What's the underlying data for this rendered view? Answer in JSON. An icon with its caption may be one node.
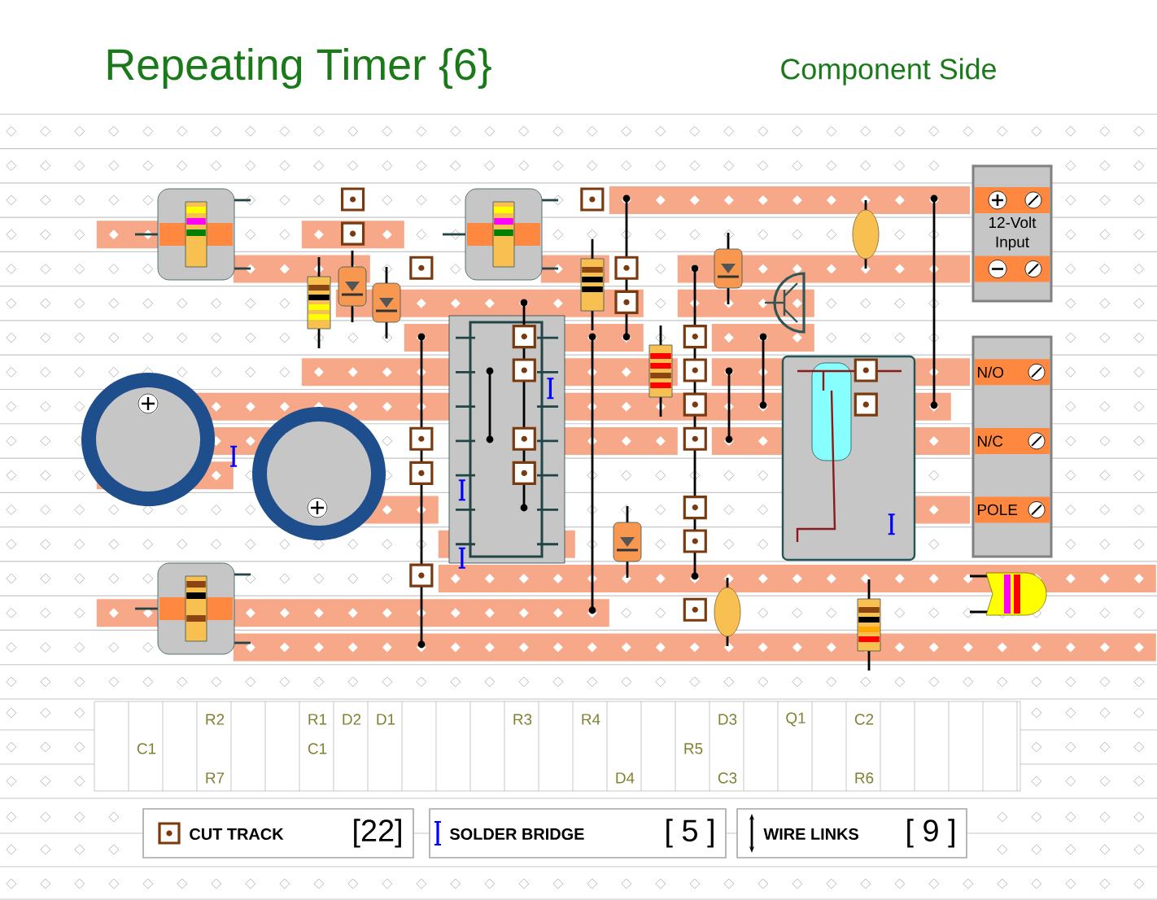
{
  "diagram": {
    "title": "Repeating Timer {6}",
    "nodes": [
      {
        "text": [
          "12-Volt Input"
        ]
      },
      {
        "text": [
          "N/O",
          "N/C",
          "POLE"
        ]
      }
    ],
    "labels": [
      "Component Side",
      "R2",
      "R1",
      "D2",
      "D1",
      "R3",
      "R4",
      "D3",
      "Q1",
      "C2",
      "C1",
      "C1",
      "R5",
      "R7",
      "D4",
      "C3",
      "R6",
      "[22]",
      "[ 5 ]",
      "[ 9 ]"
    ],
    "legend": [
      {
        "text": "CUT TRACK"
      },
      {
        "text": "SOLDER BRIDGE"
      },
      {
        "text": "WIRE LINKS"
      }
    ]
  }
}
